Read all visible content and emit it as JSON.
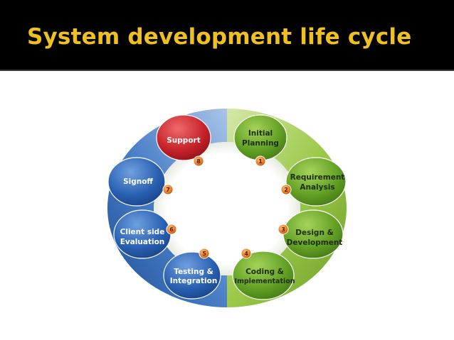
{
  "slide": {
    "title": "System development life cycle"
  },
  "cycle": {
    "stages": [
      {
        "number": "1",
        "line1": "Initial",
        "line2": "Planning"
      },
      {
        "number": "2",
        "line1": "Requirement",
        "line2": "Analysis"
      },
      {
        "number": "3",
        "line1": "Design &",
        "line2": "Development"
      },
      {
        "number": "4",
        "line1": "Coding &",
        "line2": "Implementation"
      },
      {
        "number": "5",
        "line1": "Testing &",
        "line2": "Integration"
      },
      {
        "number": "6",
        "line1": "Client side",
        "line2": "Evaluation"
      },
      {
        "number": "7",
        "line1": "Signoff",
        "line2": ""
      },
      {
        "number": "8",
        "line1": "Support",
        "line2": ""
      }
    ],
    "colors": {
      "green_ring": "#8fbf3a",
      "blue_ring": "#2f6ab5",
      "green_node": "#5f9e22",
      "blue_node": "#2a5fb0",
      "red_node": "#c8242a",
      "badge": "#e8741c",
      "title": "#f0c020"
    }
  }
}
